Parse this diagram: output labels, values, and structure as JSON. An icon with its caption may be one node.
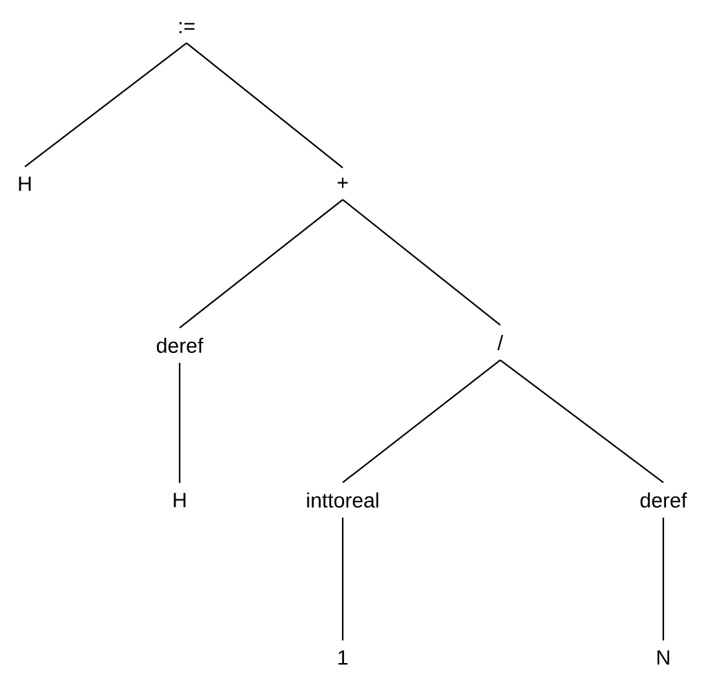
{
  "diagram": {
    "nodes": [
      {
        "text": [
          ":="
        ]
      },
      {
        "text": [
          "H"
        ]
      },
      {
        "text": [
          "+"
        ]
      },
      {
        "text": [
          "deref"
        ]
      },
      {
        "text": [
          "/"
        ]
      },
      {
        "text": [
          "H"
        ]
      },
      {
        "text": [
          "inttoreal"
        ]
      },
      {
        "text": [
          "deref"
        ]
      },
      {
        "text": [
          "1"
        ]
      },
      {
        "text": [
          "N"
        ]
      }
    ],
    "edges": [
      {
        "from": 0,
        "to": 1,
        "arrow": "none"
      },
      {
        "from": 0,
        "to": 2,
        "arrow": "none"
      },
      {
        "from": 2,
        "to": 3,
        "arrow": "none"
      },
      {
        "from": 2,
        "to": 4,
        "arrow": "none"
      },
      {
        "from": 3,
        "to": 5,
        "arrow": "none"
      },
      {
        "from": 4,
        "to": 6,
        "arrow": "none"
      },
      {
        "from": 4,
        "to": 7,
        "arrow": "none"
      },
      {
        "from": 6,
        "to": 8,
        "arrow": "none"
      },
      {
        "from": 7,
        "to": 9,
        "arrow": "none"
      }
    ]
  }
}
